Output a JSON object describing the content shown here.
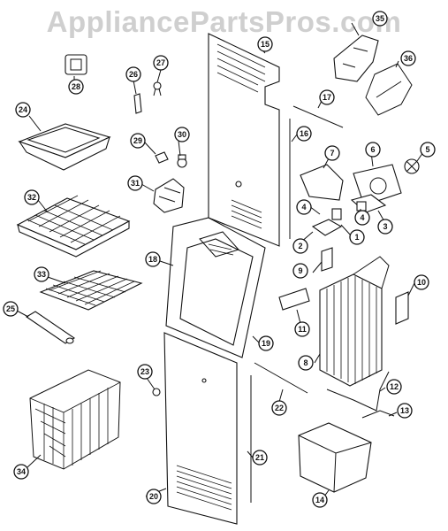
{
  "watermark": "AppliancePartsPros.com",
  "callouts": [
    "1",
    "2",
    "3",
    "4",
    "4",
    "5",
    "6",
    "7",
    "8",
    "9",
    "10",
    "11",
    "12",
    "13",
    "14",
    "15",
    "16",
    "17",
    "18",
    "19",
    "20",
    "21",
    "22",
    "23",
    "24",
    "25",
    "26",
    "27",
    "28",
    "29",
    "30",
    "31",
    "32",
    "33",
    "34",
    "35",
    "36"
  ]
}
